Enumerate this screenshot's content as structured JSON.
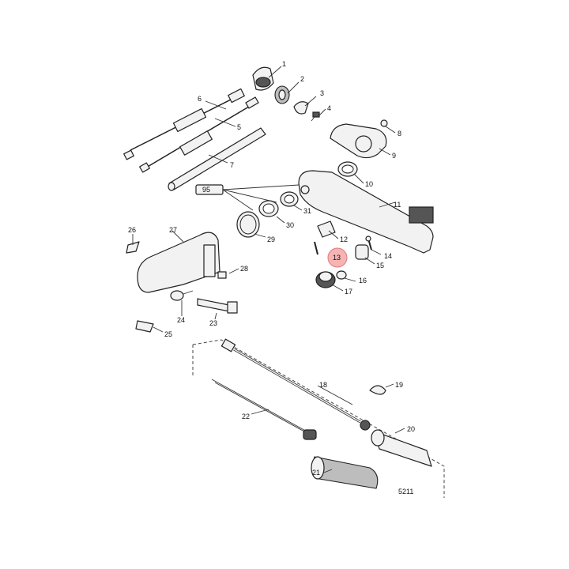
{
  "callouts": [
    "1",
    "2",
    "3",
    "4",
    "5",
    "6",
    "7",
    "8",
    "9",
    "10",
    "11",
    "12",
    "13",
    "14",
    "15",
    "16",
    "17",
    "18",
    "19",
    "20",
    "21",
    "22",
    "23",
    "24",
    "25",
    "26",
    "27",
    "28",
    "29",
    "30",
    "31"
  ],
  "highlighted_callout": "13",
  "highlight_color": "#f4a6a6",
  "tube_label": "95",
  "figure_number": "5211"
}
